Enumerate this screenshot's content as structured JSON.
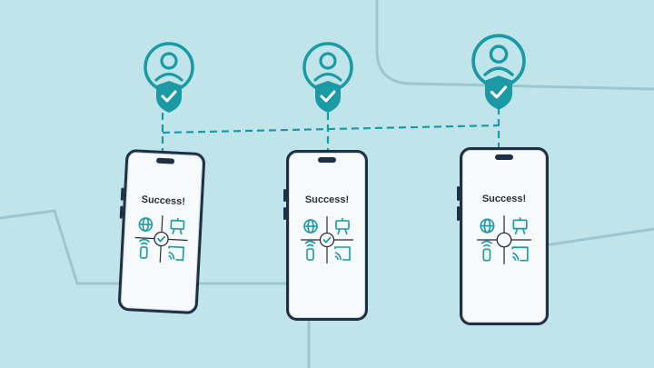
{
  "colors": {
    "background": "#bfe4ea",
    "map_lines": "#9cc7d1",
    "teal": "#1b9aa5",
    "phone_frame": "#1f2f44",
    "phone_screen": "#f7fafb"
  },
  "devices": [
    {
      "status_text": "Success!",
      "center_state": "checked",
      "badge_icon": "user-shield-icon"
    },
    {
      "status_text": "Success!",
      "center_state": "checked",
      "badge_icon": "user-shield-icon"
    },
    {
      "status_text": "Success!",
      "center_state": "unchecked",
      "badge_icon": "user-shield-icon"
    }
  ],
  "feature_icons": [
    "globe-icon",
    "presentation-board-icon",
    "wireless-remote-icon",
    "cast-icon"
  ]
}
